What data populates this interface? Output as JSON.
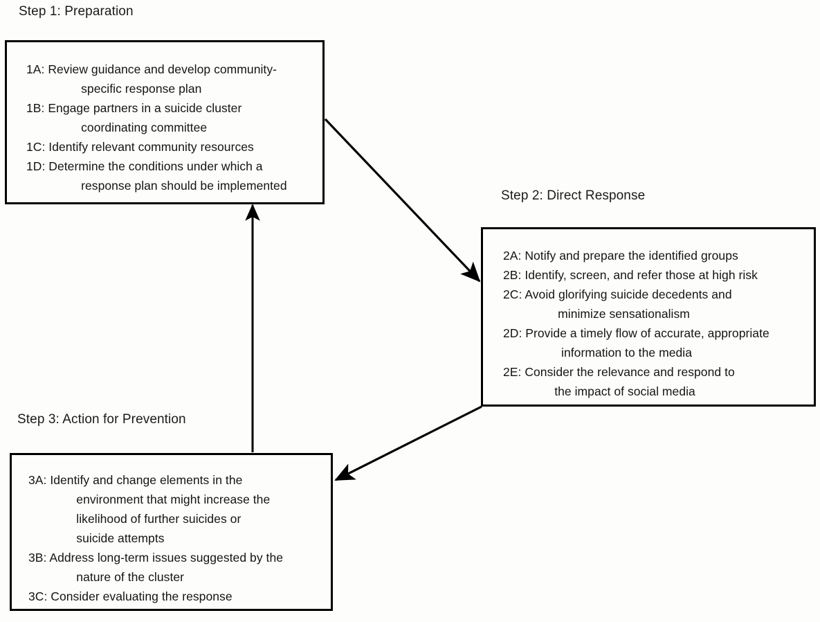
{
  "diagram": {
    "title": "Suicide cluster response three-step flowchart",
    "background_color": "#fdfefb",
    "line_color": "#000000",
    "text_color": "#1a1a1a"
  },
  "steps": [
    {
      "id": "step-1",
      "heading": "Step 1: Preparation",
      "items": [
        "1A: Review guidance and develop community-\n          specific response plan",
        "1B: Engage partners in a suicide cluster\n          coordinating committee",
        "1C: Identify relevant community resources",
        "1D: Determine the conditions under which a\n          response plan should be implemented"
      ]
    },
    {
      "id": "step-2",
      "heading": "Step 2: Direct Response",
      "items": [
        "2A: Notify and prepare the identified groups",
        "2B: Identify, screen, and refer those at high risk",
        "2C: Avoid glorifying suicide decedents and\n          minimize sensationalism",
        "2D: Provide a timely flow of accurate, appropriate\n           information to the media",
        "2E: Consider the relevance and respond to\n         the impact of social media"
      ]
    },
    {
      "id": "step-3",
      "heading": "Step 3: Action for Prevention",
      "items": [
        "3A: Identify and change elements in the\n        environment that might increase the\n        likelihood of further suicides or\n        suicide attempts",
        "3B: Address long-term issues suggested by the\n        nature of the cluster",
        "3C: Consider evaluating the response"
      ]
    }
  ],
  "arrows": [
    {
      "id": "arrow-step1-to-step2",
      "from": "step-1",
      "to": "step-2",
      "direction": "down-right"
    },
    {
      "id": "arrow-step2-to-step3",
      "from": "step-2",
      "to": "step-3",
      "direction": "down-left"
    },
    {
      "id": "arrow-step3-to-step1",
      "from": "step-3",
      "to": "step-1",
      "direction": "up"
    }
  ]
}
